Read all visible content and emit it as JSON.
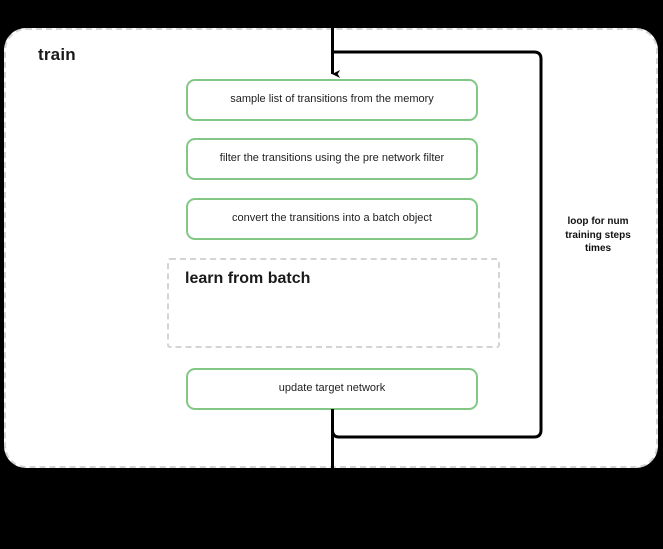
{
  "diagram": {
    "group": {
      "title": "train",
      "border_style": "dashed",
      "border_color": "#d4d4d4"
    },
    "accent_color": "#82c785",
    "wire_color": "#000000",
    "steps": [
      {
        "id": "sample",
        "label": "sample list of transitions from the memory",
        "kind": "process"
      },
      {
        "id": "filter",
        "label": "filter the transitions using the pre network filter",
        "kind": "process"
      },
      {
        "id": "convert",
        "label": "convert the transitions into a batch object",
        "kind": "process"
      },
      {
        "id": "update",
        "label": "update target network",
        "kind": "process"
      }
    ],
    "subgroup": {
      "id": "learn-from-batch",
      "title": "learn from batch",
      "border_style": "dashed",
      "border_color": "#d4d4d4"
    },
    "loop": {
      "caption": "loop for num training steps times",
      "caption_line_1": "loop for num",
      "caption_line_2": "training steps",
      "caption_line_3": "times"
    }
  }
}
